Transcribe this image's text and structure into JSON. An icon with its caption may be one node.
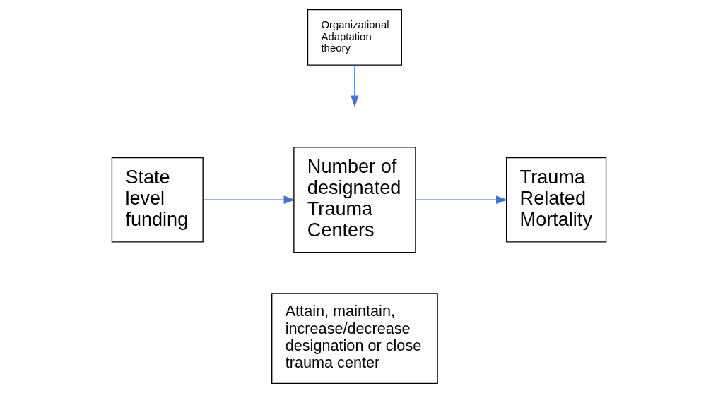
{
  "diagram": {
    "nodes": [
      {
        "text": [
          "State level funding"
        ]
      },
      {
        "text": [
          "Organizational Adaptation theory"
        ]
      },
      {
        "text": [
          "Number of designated Trauma Centers"
        ]
      },
      {
        "text": [
          "Trauma Related Mortality"
        ]
      },
      {
        "text": [
          "Attain, maintain, increase/decrease designation or close trauma center"
        ]
      }
    ],
    "edges": [
      {
        "from": 0,
        "to": 2,
        "arrow": "to"
      },
      {
        "from": 1,
        "to": null,
        "arrow": "to"
      },
      {
        "from": 2,
        "to": 3,
        "arrow": "to"
      }
    ]
  }
}
